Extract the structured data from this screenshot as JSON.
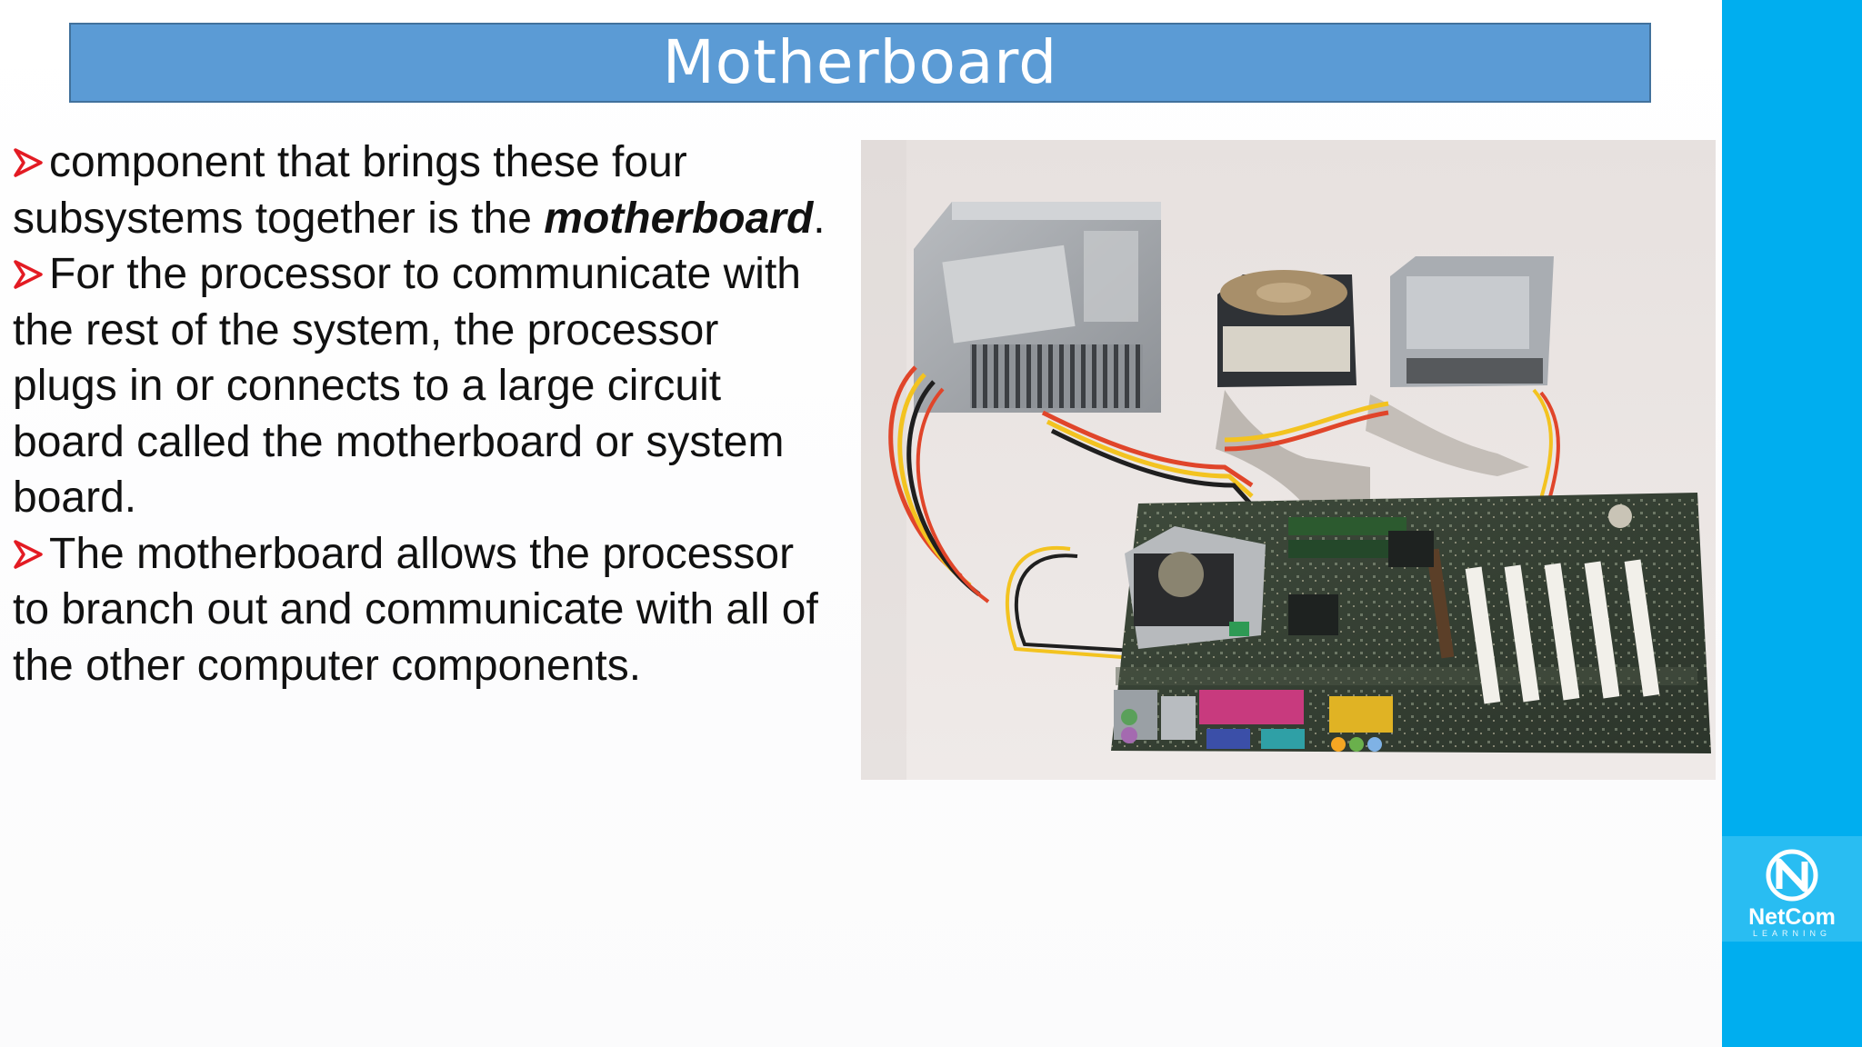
{
  "slide": {
    "title": "Motherboard"
  },
  "content": {
    "bullet_icon": "arrow-bullet-icon",
    "bullet_color": "#e31b23",
    "para1_text": "component that brings these four subsystems together is the ",
    "para1_emphasis": "motherboard",
    "para1_end": ".",
    "para2_text": "For the processor to communicate with the rest of the system, the processor plugs in or connects to a large circuit board called the motherboard or system board.",
    "para3_text": "The motherboard allows the processor to branch out and communicate with all of the other computer components."
  },
  "image": {
    "subject": "motherboard-with-power-supply-hard-drive-and-floppy-drive"
  },
  "branding": {
    "logo_name": "NetCom",
    "logo_tagline": "LEARNING",
    "strip_color": "#00aeef"
  }
}
